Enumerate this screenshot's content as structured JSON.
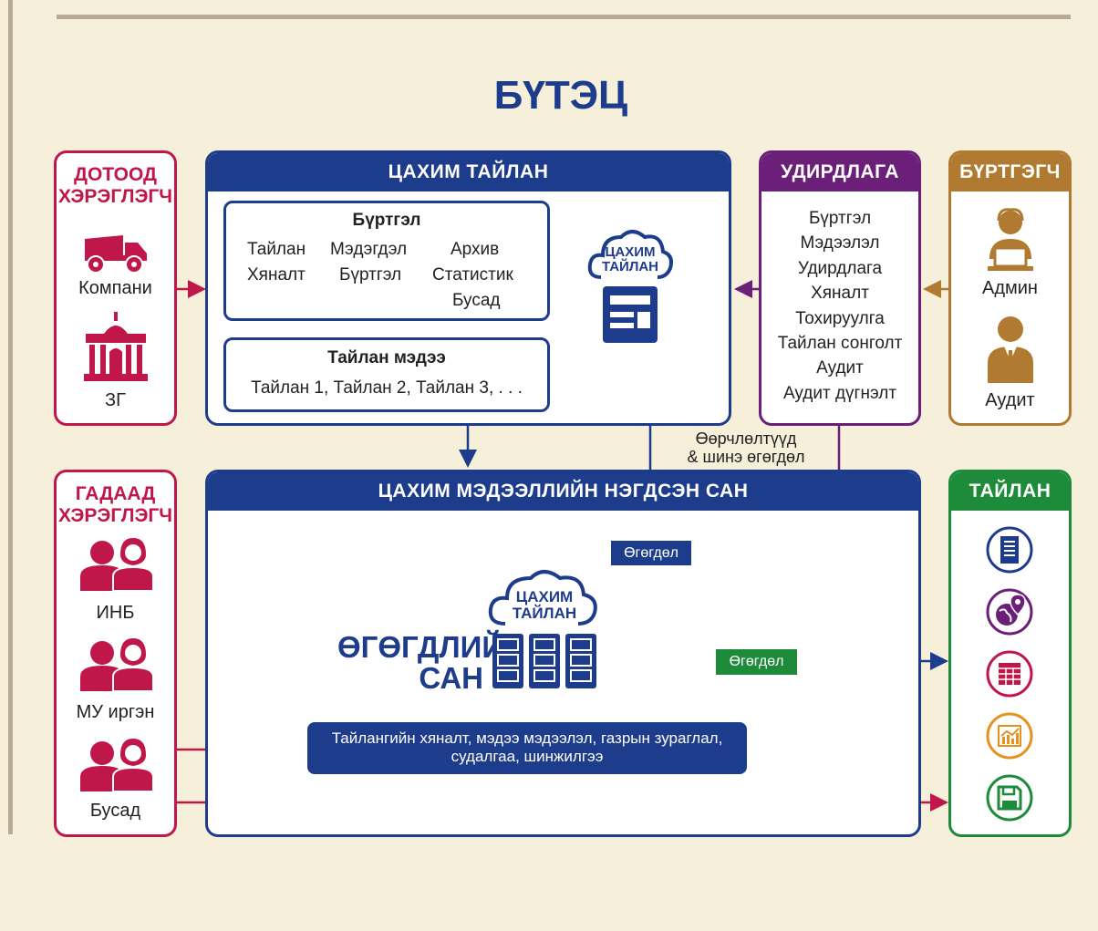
{
  "title": "БҮТЭЦ",
  "internal_users": {
    "header": [
      "ДОТООД",
      "ХЭРЭГЛЭГЧ"
    ],
    "items": [
      "Компани",
      "ЗГ"
    ]
  },
  "e_report": {
    "header": "ЦАХИМ ТАЙЛАН",
    "registration": {
      "title": "Бүртгэл",
      "items": [
        "Тайлан",
        "Мэдэгдэл",
        "Архив",
        "Хяналт",
        "Бүртгэл",
        "Статистик",
        "Бусад"
      ]
    },
    "report_news": {
      "title": "Тайлан мэдээ",
      "text": "Тайлан 1, Тайлан 2, Тайлан 3, . . ."
    },
    "cloud_label": [
      "ЦАХИМ",
      "ТАЙЛАН"
    ]
  },
  "management": {
    "header": "УДИРДЛАГА",
    "items": [
      "Бүртгэл",
      "Мэдээлэл",
      "Удирдлага",
      "Хяналт",
      "Тохируулга",
      "Тайлан сонголт",
      "Аудит",
      "Аудит дүгнэлт"
    ]
  },
  "registrar": {
    "header": "БҮРТГЭГЧ",
    "items": [
      "Админ",
      "Аудит"
    ]
  },
  "changes_label": [
    "Өөрчлөлтүүд",
    "& шинэ өгөгдөл"
  ],
  "external_users": {
    "header": [
      "ГАДААД",
      "ХЭРЭГЛЭГЧ"
    ],
    "items": [
      "ИНБ",
      "МУ иргэн",
      "Бусад"
    ]
  },
  "integrated_db": {
    "header": "ЦАХИМ МЭДЭЭЛЛИЙН НЭГДСЭН САН",
    "data_tag": "Өгөгдөл",
    "cloud_label": [
      "ЦАХИМ",
      "ТАЙЛАН"
    ],
    "db_label": [
      "ӨГӨГДЛИЙН",
      "САН"
    ],
    "output_tag": "Өгөгдөл",
    "services": [
      "Тайлангийн хяналт, мэдээ мэдээлэл, газрын зураглал,",
      "судалгаа, шинжилгээ"
    ]
  },
  "report": {
    "header": "ТАЙЛАН",
    "icons": [
      "document-icon",
      "globe-location-icon",
      "spreadsheet-icon",
      "chart-icon",
      "save-icon"
    ]
  },
  "colors": {
    "background": "#f6efd9",
    "red": "#c0174b",
    "blue": "#1e3c8c",
    "purple": "#6b1f79",
    "brown": "#b07a30",
    "green": "#1e8b3a"
  }
}
